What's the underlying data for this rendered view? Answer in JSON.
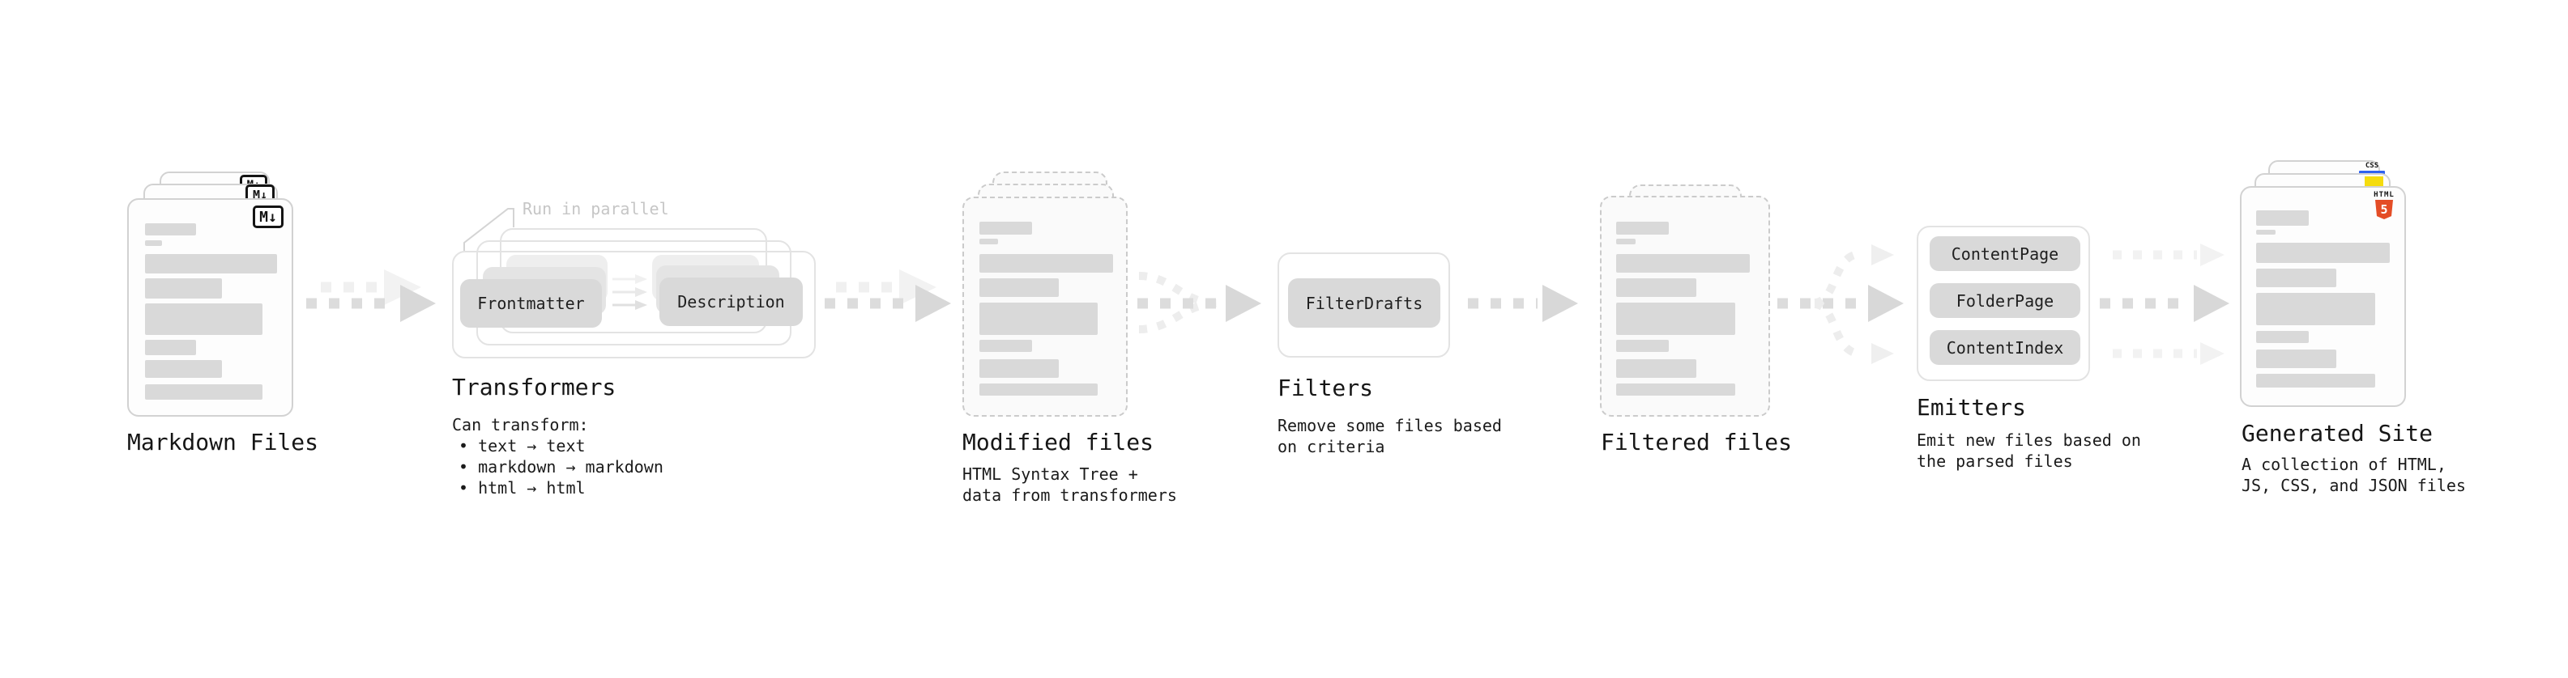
{
  "sections": {
    "markdown_files": {
      "label": "Markdown Files",
      "badge": "M↓"
    },
    "transformers": {
      "annotation": "Run in parallel",
      "pill_left": "Frontmatter",
      "pill_right": "Description",
      "heading": "Transformers",
      "sub_heading": "Can transform:",
      "bullets": [
        "• text → text",
        "• markdown → markdown",
        "• html → html"
      ]
    },
    "modified_files": {
      "label": "Modified files",
      "desc_line1": "HTML Syntax Tree +",
      "desc_line2": "data from transformers"
    },
    "filters": {
      "pill": "FilterDrafts",
      "heading": "Filters",
      "desc_line1": "Remove some files based",
      "desc_line2": "on criteria"
    },
    "filtered_files": {
      "label": "Filtered files"
    },
    "emitters": {
      "pills": [
        "ContentPage",
        "FolderPage",
        "ContentIndex"
      ],
      "heading": "Emitters",
      "desc_line1": "Emit new files based on",
      "desc_line2": "the parsed files"
    },
    "generated_site": {
      "label": "Generated Site",
      "desc_line1": "A collection of HTML,",
      "desc_line2": "JS, CSS, and JSON files",
      "badge_html_text": "HTML",
      "badge_html_number": "5",
      "badge_css": "CSS"
    }
  },
  "colors": {
    "html5_orange": "#e44d26",
    "css_blue": "#2f62f1",
    "js_yellow": "#f5dc0e",
    "bar_gray": "#d9d9d9",
    "pill_gray": "#d9d9d9",
    "annotation_gray": "#c6c6c6"
  }
}
